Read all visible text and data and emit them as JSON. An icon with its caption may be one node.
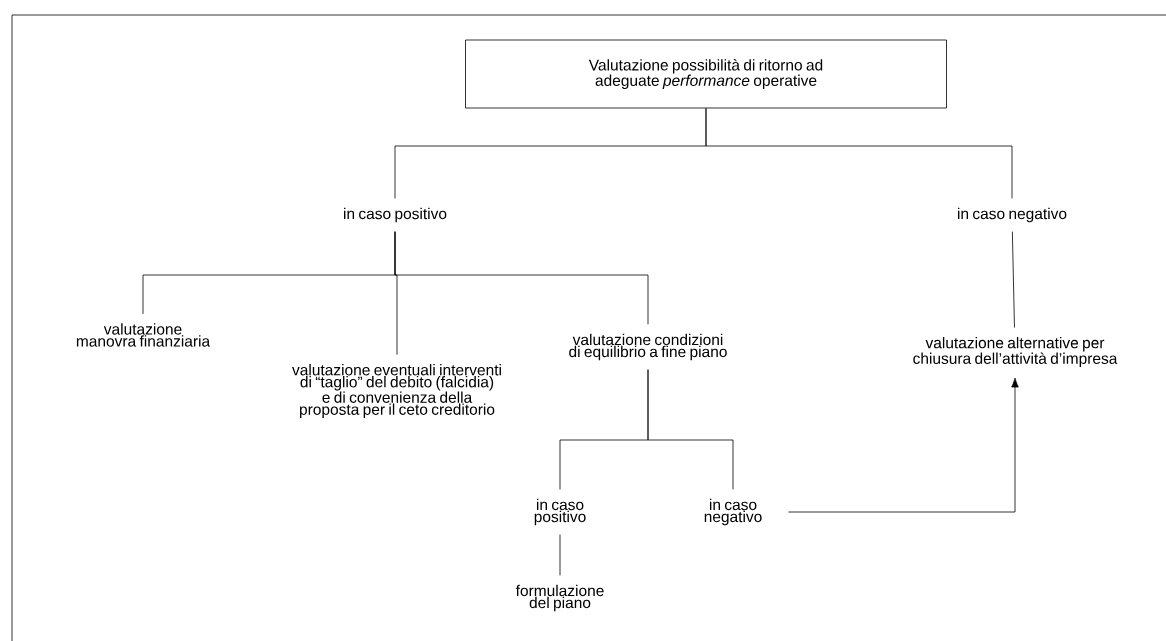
{
  "diagram": {
    "nodes": [
      {
        "text": [
          "Valutazione possibilità di ritorno ad adeguate *performance* operative"
        ]
      },
      {
        "text": [
          "in caso positivo"
        ]
      },
      {
        "text": [
          "in caso negativo"
        ]
      },
      {
        "text": [
          "valutazione alternative per chiusura dell’attività d’impresa"
        ]
      },
      {
        "text": [
          "valutazione manovra finanziaria"
        ]
      },
      {
        "text": [
          "valutazione eventuali interventi di “taglio” del debito (falcidia) e di convenienza della proposta per il ceto creditorio"
        ]
      },
      {
        "text": [
          "valutazione condizioni di equilibrio a fine piano"
        ]
      },
      {
        "text": [
          "in caso positivo"
        ]
      },
      {
        "text": [
          "in caso negativo"
        ]
      },
      {
        "text": [
          "formulazione del piano"
        ]
      }
    ],
    "edges": [
      {
        "from": 0,
        "to": 1,
        "arrow": "none"
      },
      {
        "from": 0,
        "to": 2,
        "arrow": "none"
      },
      {
        "from": 1,
        "to": 4,
        "arrow": "none"
      },
      {
        "from": 1,
        "to": 5,
        "arrow": "none"
      },
      {
        "from": 1,
        "to": 6,
        "arrow": "none"
      },
      {
        "from": 2,
        "to": 3,
        "arrow": "none"
      },
      {
        "from": 6,
        "to": 7,
        "arrow": "none"
      },
      {
        "from": 6,
        "to": 8,
        "arrow": "none"
      },
      {
        "from": 7,
        "to": 9,
        "arrow": "none"
      },
      {
        "from": 8,
        "to": 3,
        "arrow": "to"
      }
    ]
  }
}
